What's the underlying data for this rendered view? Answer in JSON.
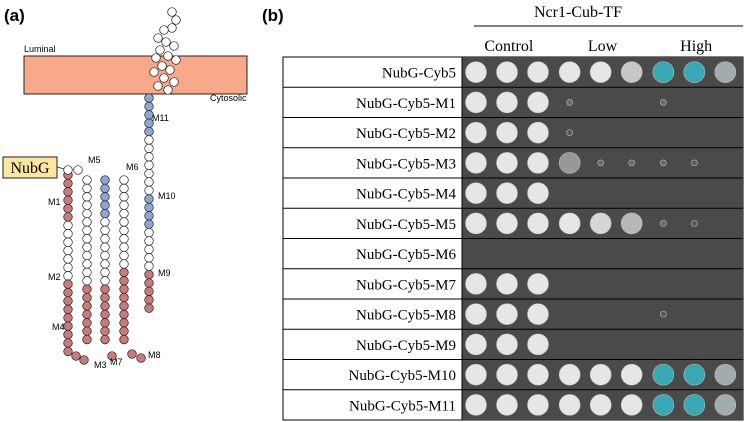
{
  "panel_a": {
    "label": "(a)",
    "membrane": {
      "luminal_label": "Luminal",
      "cytosolic_label": "Cytosolic"
    },
    "nubg_label": "NubG",
    "segment_labels": [
      "M1",
      "M2",
      "M3",
      "M4",
      "M5",
      "M6",
      "M7",
      "M8",
      "M9",
      "M10",
      "M11"
    ],
    "colors": {
      "membrane": "#f7a98a",
      "red_residue": "#c97b7b",
      "blue_residue": "#8fa6d4",
      "white_residue": "#ffffff",
      "nubg_box": "#fbe7a1"
    }
  },
  "panel_b": {
    "label": "(b)",
    "strain_header": "Ncr1-Cub-TF",
    "conditions": [
      "Control",
      "Low",
      "High"
    ],
    "rows": [
      {
        "name": "NubG-Cyb5",
        "control": [
          1,
          1,
          1
        ],
        "low": [
          1,
          1,
          0.8
        ],
        "high": [
          "blue",
          "blue",
          "faint"
        ]
      },
      {
        "name": "NubG-Cyb5-M1",
        "control": [
          1,
          1,
          1
        ],
        "low": [
          0.2,
          0,
          0
        ],
        "high": [
          0.2,
          0,
          0
        ]
      },
      {
        "name": "NubG-Cyb5-M2",
        "control": [
          1,
          1,
          1
        ],
        "low": [
          0.1,
          0,
          0
        ],
        "high": [
          0,
          0,
          0
        ]
      },
      {
        "name": "NubG-Cyb5-M3",
        "control": [
          1,
          1,
          1
        ],
        "low": [
          0.5,
          0.2,
          0.2
        ],
        "high": [
          0.2,
          0.1,
          0
        ]
      },
      {
        "name": "NubG-Cyb5-M4",
        "control": [
          1,
          1,
          1
        ],
        "low": [
          0,
          0,
          0
        ],
        "high": [
          0,
          0,
          0
        ]
      },
      {
        "name": "NubG-Cyb5-M5",
        "control": [
          1,
          1,
          1
        ],
        "low": [
          1,
          0.9,
          0.7
        ],
        "high": [
          0.2,
          0.1,
          0
        ]
      },
      {
        "name": "NubG-Cyb5-M6",
        "control": [
          0,
          0,
          0
        ],
        "low": [
          0,
          0,
          0
        ],
        "high": [
          0,
          0,
          0
        ]
      },
      {
        "name": "NubG-Cyb5-M7",
        "control": [
          1,
          1,
          1
        ],
        "low": [
          0,
          0,
          0
        ],
        "high": [
          0,
          0,
          0
        ]
      },
      {
        "name": "NubG-Cyb5-M8",
        "control": [
          1,
          1,
          1
        ],
        "low": [
          0,
          0,
          0
        ],
        "high": [
          0.1,
          0,
          0
        ]
      },
      {
        "name": "NubG-Cyb5-M9",
        "control": [
          1,
          1,
          1
        ],
        "low": [
          0,
          0,
          0
        ],
        "high": [
          0,
          0,
          0
        ]
      },
      {
        "name": "NubG-Cyb5-M10",
        "control": [
          1,
          1,
          1
        ],
        "low": [
          1,
          1,
          1
        ],
        "high": [
          "blue",
          "blue",
          "faint"
        ]
      },
      {
        "name": "NubG-Cyb5-M11",
        "control": [
          1,
          1,
          1
        ],
        "low": [
          1,
          1,
          1
        ],
        "high": [
          "blue",
          "blue",
          "faint"
        ]
      }
    ]
  }
}
